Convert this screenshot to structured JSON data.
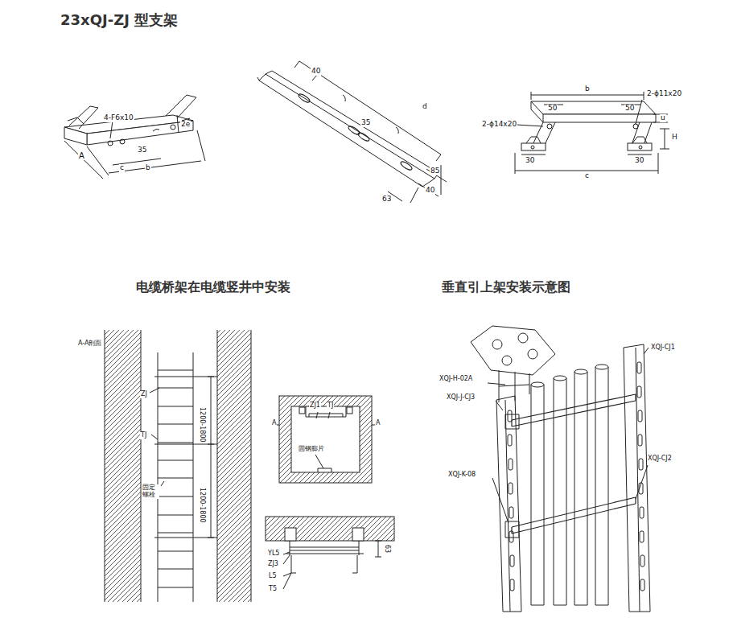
{
  "diagram": {
    "title": "23xQJ-ZJ 型支架",
    "labels": [
      "电缆桥架在电缆竖井中安装",
      "垂直引上架安装示意图",
      "4-F6x10",
      "2e",
      "A",
      "c",
      "35",
      "b",
      "40",
      "d",
      "35",
      "85",
      "40",
      "63",
      "b",
      "50",
      "50",
      "2-ϕ11x20",
      "2-ϕ14x20",
      "u",
      "H",
      "30",
      "c",
      "30",
      "A-A剖面",
      "ZJ",
      "TJ",
      "固定 螺栓",
      "1200-1800",
      "1200-1800",
      "A",
      "A",
      "ZJ1",
      "TJ",
      "固钢膨片",
      "YL5",
      "ZJ3",
      "L5",
      "T5",
      "63",
      "XQJ-CJ1",
      "XQJ-H-02A",
      "XQJ-J-CJ3",
      "XQJ-K-08",
      "XQJ-CJ2"
    ]
  }
}
